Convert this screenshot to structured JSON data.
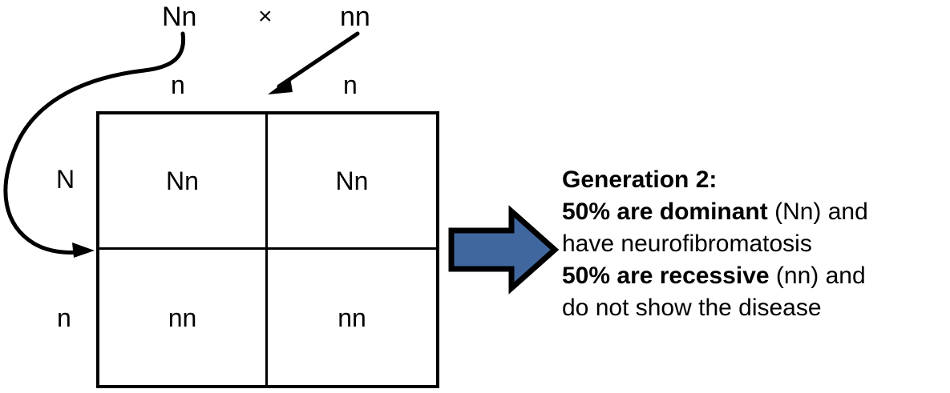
{
  "diagram": {
    "title_absent": true,
    "cross": {
      "mother_genotype": "Nn",
      "cross_symbol": "×",
      "father_genotype": "nn"
    },
    "punnett": {
      "column_gametes": [
        "n",
        "n"
      ],
      "row_gametes": [
        "N",
        "n"
      ],
      "cells": [
        [
          "Nn",
          "Nn"
        ],
        [
          "nn",
          "nn"
        ]
      ]
    },
    "arrows": {
      "maternal_gamete_arrow": "curved-arrow",
      "paternal_gamete_arrow": "diagonal-arrow",
      "result_arrow": "block-arrow-right",
      "result_arrow_fill": "#41679f",
      "result_arrow_stroke": "#000000"
    },
    "conclusion": {
      "heading": "Generation 2:",
      "lines": [
        {
          "bold": "50% are dominant",
          "rest": " (Nn) and"
        },
        {
          "bold": "",
          "rest": "have neurofibromatosis"
        },
        {
          "bold": "50% are recessive",
          "rest": " (nn) and"
        },
        {
          "bold": "",
          "rest": "do not show the disease"
        }
      ],
      "line_1_bold": "50% are dominant",
      "line_1_rest": " (Nn) and",
      "line_2_rest": "have neurofibromatosis",
      "line_3_bold": "50% are recessive",
      "line_3_rest": " (nn) and",
      "line_4_rest": "do not show the disease"
    }
  }
}
